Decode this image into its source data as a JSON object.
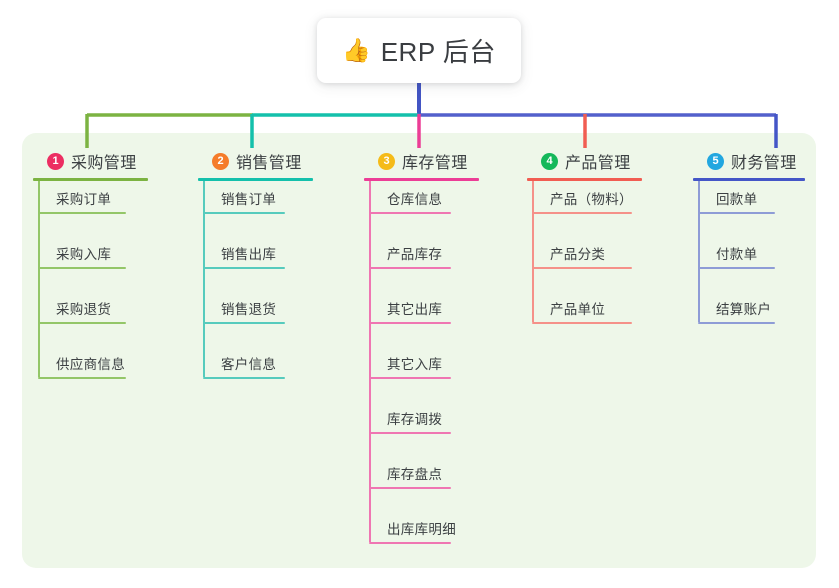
{
  "root": {
    "icon": "thumbs-up-icon",
    "emoji": "👍",
    "title": "ERP 后台"
  },
  "palette": {
    "panel_bg": "#eef7e9",
    "page_bg": "#ffffff",
    "trunk": "#4355c4",
    "text": "#3c4043"
  },
  "columns": [
    {
      "number": "1",
      "title": "采购管理",
      "badge_color": "#ec2e62",
      "line_color": "#7cb342",
      "leaf_line_color": "#93c668",
      "items": [
        {
          "label": "采购订单"
        },
        {
          "label": "采购入库"
        },
        {
          "label": "采购退货"
        },
        {
          "label": "供应商信息"
        }
      ]
    },
    {
      "number": "2",
      "title": "销售管理",
      "badge_color": "#f57c2a",
      "line_color": "#14c0ab",
      "leaf_line_color": "#56cbbd",
      "items": [
        {
          "label": "销售订单"
        },
        {
          "label": "销售出库"
        },
        {
          "label": "销售退货"
        },
        {
          "label": "客户信息"
        }
      ]
    },
    {
      "number": "3",
      "title": "库存管理",
      "badge_color": "#f5bb18",
      "line_color": "#ec3d96",
      "leaf_line_color": "#ef76b2",
      "items": [
        {
          "label": "仓库信息"
        },
        {
          "label": "产品库存"
        },
        {
          "label": "其它出库"
        },
        {
          "label": "其它入库"
        },
        {
          "label": "库存调拨"
        },
        {
          "label": "库存盘点"
        },
        {
          "label": "出库库明细"
        }
      ]
    },
    {
      "number": "4",
      "title": "产品管理",
      "badge_color": "#14b85a",
      "line_color": "#f15d52",
      "leaf_line_color": "#f59189",
      "items": [
        {
          "label": "产品（物料）"
        },
        {
          "label": "产品分类"
        },
        {
          "label": "产品单位"
        }
      ]
    },
    {
      "number": "5",
      "title": "财务管理",
      "badge_color": "#22a7e0",
      "line_color": "#4456c7",
      "leaf_line_color": "#8e9cd6",
      "items": [
        {
          "label": "回款单"
        },
        {
          "label": "付款单"
        },
        {
          "label": "结算账户"
        }
      ]
    }
  ],
  "connector_segments": [
    {
      "name": "bus-green",
      "color": "#7cb342"
    },
    {
      "name": "bus-teal",
      "color": "#14c0ab"
    },
    {
      "name": "bus-blue",
      "color": "#5360cc"
    },
    {
      "name": "drop-1",
      "color": "#7cb342"
    },
    {
      "name": "drop-2",
      "color": "#14c0ab"
    },
    {
      "name": "drop-3",
      "color": "#ec3d96"
    },
    {
      "name": "drop-4",
      "color": "#f15d52"
    },
    {
      "name": "drop-5",
      "color": "#4456c7"
    },
    {
      "name": "trunk",
      "color": "#4355c4"
    }
  ]
}
